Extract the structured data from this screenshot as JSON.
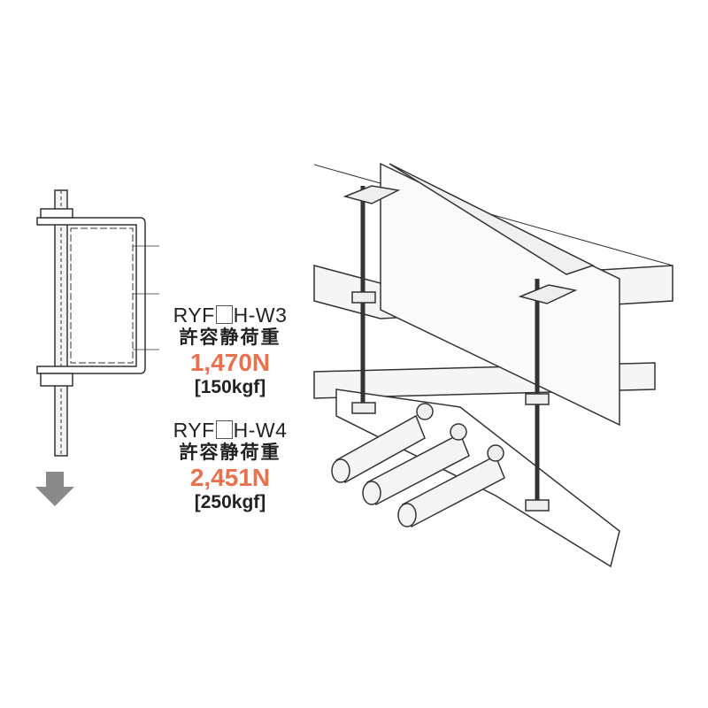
{
  "colors": {
    "accent": "#e8714f",
    "line": "#333333",
    "arrow": "#8a8a8a"
  },
  "specs": [
    {
      "model_prefix": "RYF",
      "model_suffix": "H-W3",
      "label": "許容静荷重",
      "load": "1,470N",
      "kgf": "[150kgf]"
    },
    {
      "model_prefix": "RYF",
      "model_suffix": "H-W4",
      "label": "許容静荷重",
      "load": "2,451N",
      "kgf": "[250kgf]"
    }
  ]
}
